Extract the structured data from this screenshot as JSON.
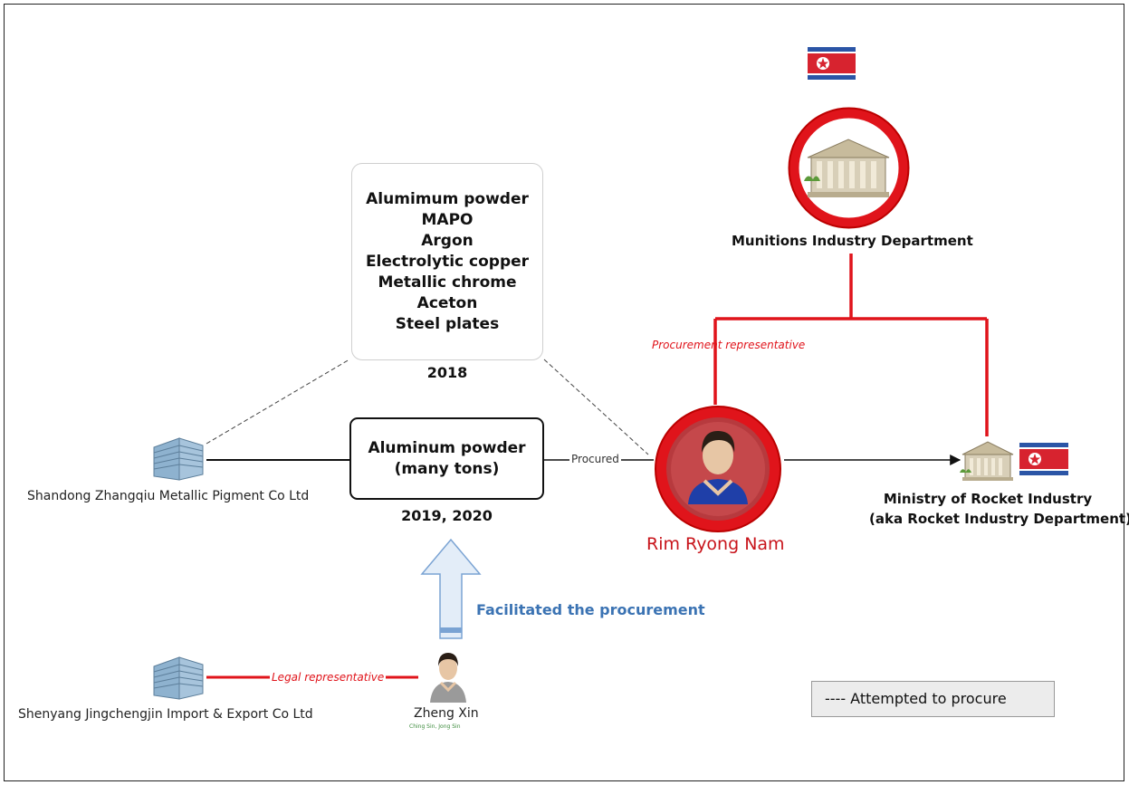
{
  "items_box": {
    "lines": [
      "Alumimum powder",
      "MAPO",
      "Argon",
      "Electrolytic copper",
      "Metallic chrome",
      "Aceton",
      "Steel plates"
    ],
    "year": "2018"
  },
  "middle_box": {
    "line1": "Aluminum powder",
    "line2": "(many tons)",
    "year": "2019, 2020"
  },
  "entities": {
    "shandong": "Shandong Zhangqiu Metallic Pigment Co Ltd",
    "shenyang": "Shenyang Jingchengjin Import & Export Co Ltd",
    "zheng_xin": "Zheng Xin",
    "zheng_xin_sub": "Ching Sin, Jong Sin",
    "rim": "Rim Ryong Nam",
    "munitions": "Munitions Industry Department",
    "ministry_line1": "Ministry of Rocket Industry",
    "ministry_line2": "(aka Rocket Industry Department)"
  },
  "edge_labels": {
    "procured": "Procured",
    "procurement_rep": "Procurement representative",
    "legal_rep": "Legal representative",
    "facilitated": "Facilitated the procurement"
  },
  "legend": {
    "text": "---- Attempted  to procure"
  },
  "colors": {
    "red": "#e0141b",
    "blue_text": "#3b73b3",
    "arrow_fill": "#e3edf8",
    "arrow_stroke": "#7aa3d3"
  }
}
